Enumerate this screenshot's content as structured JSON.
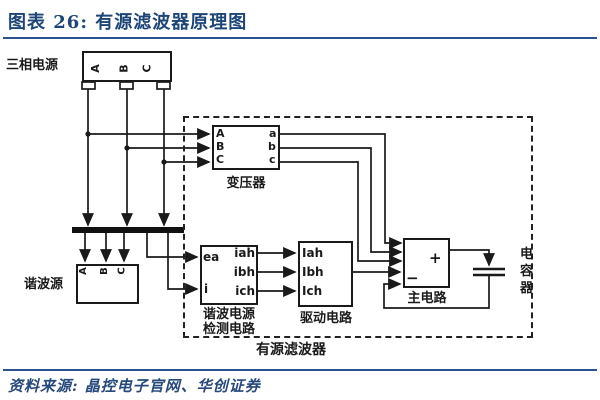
{
  "header": {
    "title": "图表 26: 有源滤波器原理图"
  },
  "footer": {
    "source": "资料来源: 晶控电子官网、华创证券"
  },
  "colors": {
    "accent_navy": "#2d5190",
    "line_dark": "#1a1a1a"
  },
  "diagram": {
    "boundary_label": "有源滤波器",
    "three_phase_source": {
      "label": "三相电源",
      "phases": [
        "A",
        "B",
        "C"
      ]
    },
    "harmonic_source": {
      "label": "谐波源",
      "phases": [
        "A",
        "B",
        "C"
      ]
    },
    "transformer": {
      "label": "变压器",
      "left_pins": [
        "A",
        "B",
        "C"
      ],
      "right_pins": [
        "a",
        "b",
        "c"
      ]
    },
    "detection": {
      "label_line1": "谐波电源",
      "label_line2": "检测电路",
      "inputs": [
        "ea",
        "i"
      ],
      "outputs": [
        "iah",
        "ibh",
        "ich"
      ]
    },
    "drive": {
      "label": "驱动电路",
      "inputs": [
        "Iah",
        "Ibh",
        "Ich"
      ]
    },
    "main_circuit": {
      "label": "主电路",
      "plus": "+",
      "minus": "−"
    },
    "capacitor": {
      "label": "电容器"
    }
  }
}
